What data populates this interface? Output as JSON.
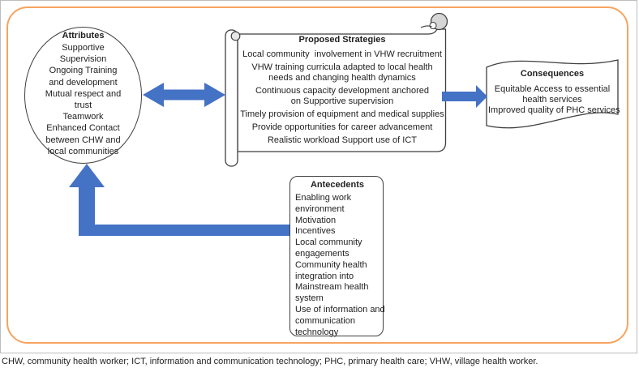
{
  "figure": {
    "attributes": {
      "title": "Attributes",
      "items": [
        "Supportive\nSupervision",
        "Ongoing Training\nand development",
        "Mutual respect and\ntrust",
        "Teamwork",
        "Enhanced Contact\nbetween CHW and\nlocal communities"
      ]
    },
    "strategies": {
      "title": "Proposed Strategies",
      "items": [
        "Local community  involvement in VHW recruitment",
        "VHW training curricula adapted to local health\nneeds and changing health dynamics",
        "Continuous capacity development anchored\non Supportive supervision",
        "Timely provision of equipment and medical supplies",
        "Provide opportunities for career advancement",
        "Realistic workload Support use of ICT"
      ]
    },
    "consequences": {
      "title": "Consequences",
      "items": [
        "Equitable Access to essential\nhealth services",
        "Improved quality of PHC services"
      ]
    },
    "antecedents": {
      "title": "Antecedents",
      "items": [
        "Enabling work\nenvironment",
        "Motivation",
        "Incentives",
        "Local community\nengagements",
        "Community health\nintegration into\nMainstream health\nsystem",
        "Use of information and\ncommunication\ntechnology"
      ]
    },
    "footnote": "CHW, community health worker; ICT, information and communication technology; PHC, primary health care; VHW, village health worker."
  },
  "colors": {
    "frame_orange": "#F6A45F",
    "arrow_blue": "#4472C4",
    "shape_border": "#3F3F3F",
    "curl_gray": "#D6D6D6",
    "panel_border": "#BDBDBD",
    "text": "#1F1F1F"
  }
}
